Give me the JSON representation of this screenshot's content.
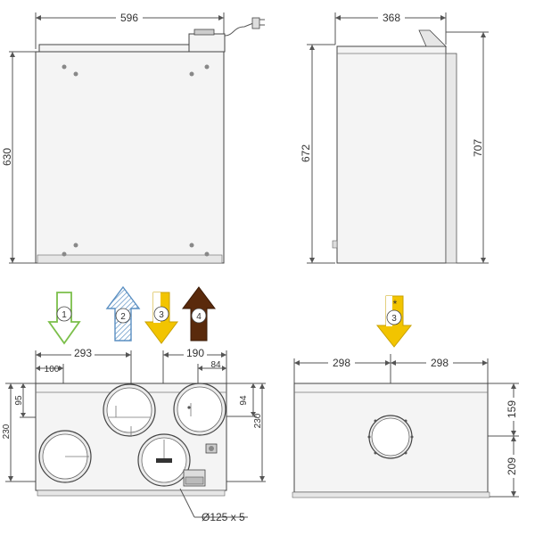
{
  "front": {
    "width_label": "596",
    "height_label": "630"
  },
  "side": {
    "width_label": "368",
    "height_inner_label": "672",
    "height_outer_label": "707"
  },
  "arrows": [
    {
      "num": "1",
      "color": "#7bbf4a"
    },
    {
      "num": "2",
      "color": "#5a8fc2"
    },
    {
      "num": "3",
      "color": "#f2c400"
    },
    {
      "num": "4",
      "color": "#5a2a0c"
    }
  ],
  "right_arrow": {
    "num": "3",
    "mark": "*"
  },
  "bottom_left": {
    "d293": "293",
    "d100": "100",
    "d190": "190",
    "d84": "84",
    "d95": "95",
    "d230_left": "230",
    "d94": "94",
    "d230_right": "230",
    "duct_note": "Ø125 x 5"
  },
  "bottom_right": {
    "d298_left": "298",
    "d298_right": "298",
    "d159": "159",
    "d209": "209"
  }
}
